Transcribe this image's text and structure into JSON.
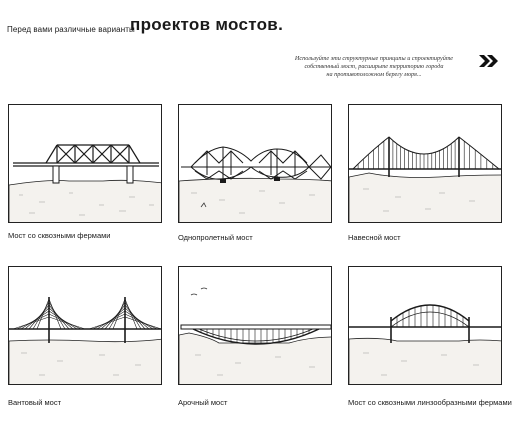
{
  "header": {
    "intro": "Перед вами различные варианты",
    "title": "проектов мостов",
    "note_lines": [
      "Используйте эти структурные принципы и спроектируйте",
      "собственный мост, расширьте территорию города",
      "на противоположном берегу моря..."
    ],
    "arrow_icon": "double-chevron-right-icon"
  },
  "bridges": [
    {
      "caption": "Мост со сквозными фермами",
      "icon": "truss-bridge-illustration"
    },
    {
      "caption": "Однопролетный мост",
      "icon": "cantilever-bridge-illustration"
    },
    {
      "caption": "Навесной мост",
      "icon": "suspension-bridge-illustration"
    },
    {
      "caption": "Вантовый мост",
      "icon": "cable-stayed-bridge-illustration"
    },
    {
      "caption": "Арочный мост",
      "icon": "arch-bridge-illustration"
    },
    {
      "caption": "Мост со сквозными линзообразными фермами",
      "icon": "lenticular-truss-bridge-illustration"
    }
  ]
}
